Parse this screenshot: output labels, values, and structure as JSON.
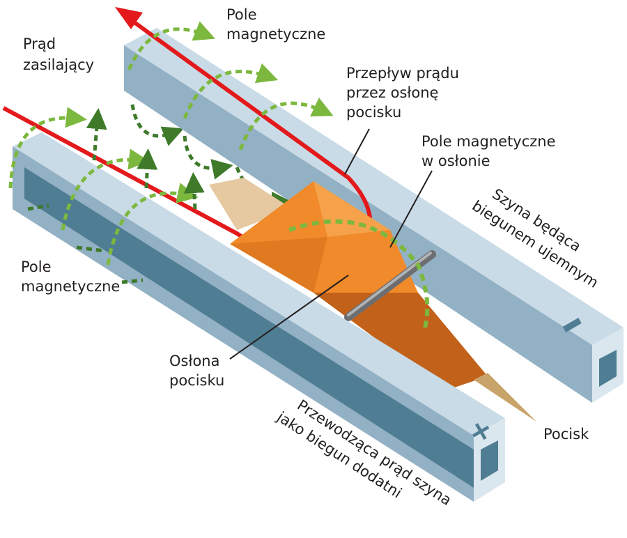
{
  "labels": {
    "supply_current": [
      "Prąd",
      "zasilający"
    ],
    "magnetic_field_top": [
      "Pole",
      "magnetyczne"
    ],
    "current_through_sabot": [
      "Przepływ prądu",
      "przez osłonę",
      "pocisku"
    ],
    "magnetic_field_in_sabot": [
      "Pole magnetyczne",
      "w osłonie"
    ],
    "negative_rail": [
      "Szyna będąca",
      "biegunem ujemnym"
    ],
    "magnetic_field_left": [
      "Pole",
      "magnetyczne"
    ],
    "sabot": [
      "Osłona",
      "pocisku"
    ],
    "projectile": "Pocisk",
    "positive_rail": [
      "Przewodząca prąd szyna",
      "jako biegun dodatni"
    ]
  },
  "symbols": {
    "negative": "−",
    "positive": "+"
  },
  "colors": {
    "rail_top": "#b9cfdc",
    "rail_side": "#93b1c4",
    "rail_inner": "#4f7d93",
    "current": "#e3191b",
    "field_light": "#7cb83e",
    "field_dark": "#3e7a2a",
    "sabot": "#f08a2a",
    "sabot_dark": "#c2621a"
  }
}
